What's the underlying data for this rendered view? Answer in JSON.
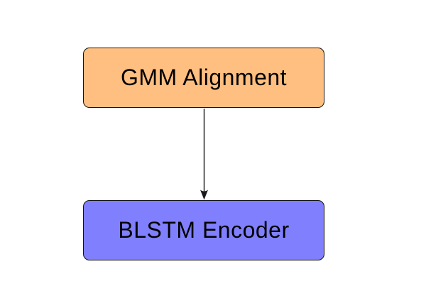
{
  "diagram": {
    "background_color": "#ffffff",
    "text_color": "#000000",
    "nodes": [
      {
        "id": "gmm-alignment",
        "label": "GMM Alignment",
        "fill": "#ffbf80",
        "border": "#141414",
        "shape": "rounded-rectangle"
      },
      {
        "id": "blstm-encoder",
        "label": "BLSTM Encoder",
        "fill": "#8080ff",
        "border": "#141414",
        "shape": "rounded-rectangle"
      }
    ],
    "edges": [
      {
        "from": "gmm-alignment",
        "to": "blstm-encoder",
        "direction": "down",
        "arrowhead": "stealth",
        "color": "#1a1a1a"
      }
    ]
  }
}
